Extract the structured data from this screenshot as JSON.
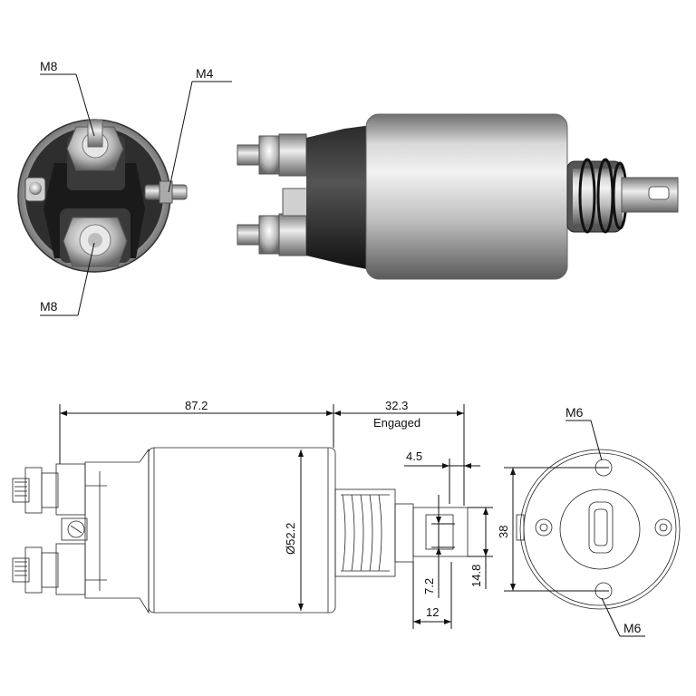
{
  "photo_callouts": {
    "top_terminal": "M8",
    "small_terminal": "M4",
    "bottom_terminal": "M8"
  },
  "dimensions": {
    "overall_length": "87.2",
    "plunger_travel": "32.3",
    "plunger_state": "Engaged",
    "plunger_offset": "4.5",
    "body_diameter": "Ø52.2",
    "flange_height": "38",
    "tab_width": "14.8",
    "tab_slot": "7.2",
    "tab_length": "12"
  },
  "end_view_callouts": {
    "top_hole": "M6",
    "bottom_hole": "M6"
  }
}
